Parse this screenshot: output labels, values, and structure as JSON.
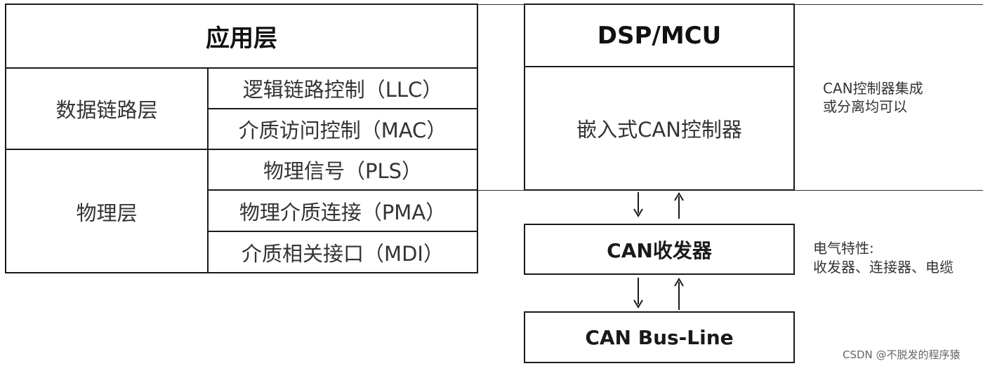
{
  "osi_stack": {
    "application_layer": "应用层",
    "data_link_layer": {
      "label": "数据链路层",
      "sublayers": [
        "逻辑链路控制（LLC）",
        "介质访问控制（MAC）"
      ]
    },
    "physical_layer": {
      "label": "物理层",
      "sublayers": [
        "物理信号（PLS）",
        "物理介质连接（PMA）",
        "介质相关接口（MDI）"
      ]
    }
  },
  "hardware": {
    "dsp_mcu": "DSP/MCU",
    "embedded_controller": "嵌入式CAN控制器",
    "transceiver": "CAN收发器",
    "bus_line": "CAN Bus-Line"
  },
  "notes": {
    "controller": [
      "CAN控制器集成",
      "或分离均可以"
    ],
    "electrical": [
      "电气特性:",
      "收发器、连接器、电缆"
    ]
  },
  "watermark": "CSDN @不脱发的程序猿"
}
